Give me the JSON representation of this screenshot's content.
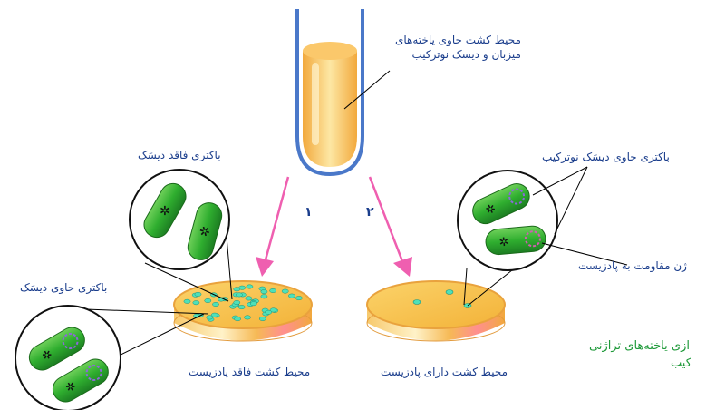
{
  "labels": {
    "tube_line1": "محیط کشت حاوی یاخته‌های",
    "tube_line2": "میزبان و دیسک نوترکیب",
    "no_plasmid_bacteria": "باکتری فاقد دیسَک",
    "with_plasmid_bacteria_left": "باکتری حاوی دیسَک",
    "with_plasmid_bacteria_right": "باکتری حاوی دیسَک نوترکیب",
    "resistance_gene": "ژن مقاومت به پادزیست",
    "plate_left": "محیط کشت فاقد پادزیست",
    "plate_right": "محیط کشت دارای پادزیست",
    "arrow_1": "۱",
    "arrow_2": "۲",
    "cut_text_line1": "ازی یاخته‌های تراژنی",
    "cut_text_line2": "کیب"
  },
  "colors": {
    "label_text": "#1a3d8c",
    "green_text": "#1f9a3a",
    "bacteria": "#2fae2f",
    "arrow": "#ef5fb0",
    "medium": "#f2a93c",
    "plasmid": "#8a6ad8"
  }
}
